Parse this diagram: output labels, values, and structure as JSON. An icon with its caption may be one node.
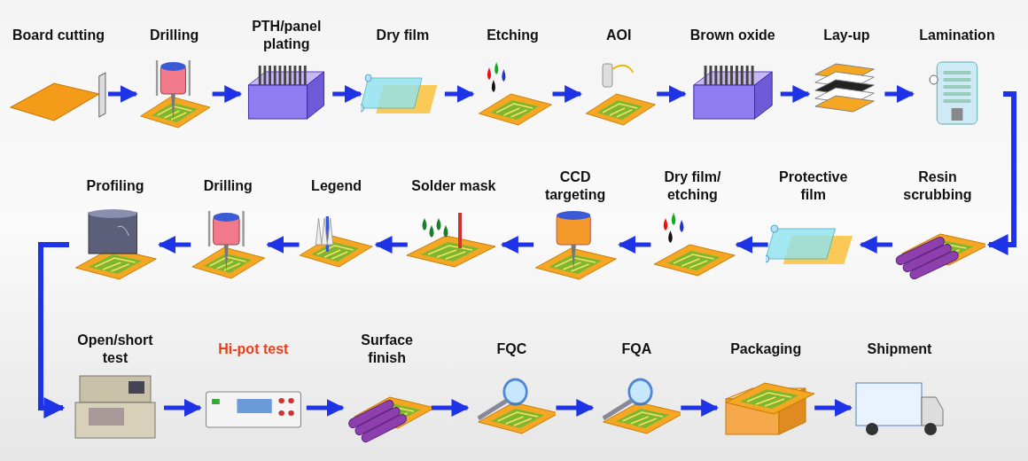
{
  "diagram": {
    "nodes": [
      {
        "text": [
          "Board cutting"
        ]
      },
      {
        "text": [
          "Drilling"
        ]
      },
      {
        "text": [
          "PTH/panel plating"
        ]
      },
      {
        "text": [
          "Dry film"
        ]
      },
      {
        "text": [
          "Etching"
        ]
      },
      {
        "text": [
          "AOI"
        ]
      },
      {
        "text": [
          "Brown oxide"
        ]
      },
      {
        "text": [
          "Lay-up"
        ]
      },
      {
        "text": [
          "Lamination"
        ]
      },
      {
        "text": [
          "Resin scrubbing"
        ]
      },
      {
        "text": [
          "Protective film"
        ]
      },
      {
        "text": [
          "Dry film/ etching"
        ]
      },
      {
        "text": [
          "CCD targeting"
        ]
      },
      {
        "text": [
          "Solder mask"
        ]
      },
      {
        "text": [
          "Legend"
        ]
      },
      {
        "text": [
          "Drilling"
        ]
      },
      {
        "text": [
          "Profiling"
        ]
      },
      {
        "text": [
          "Open/short test"
        ]
      },
      {
        "text": [
          "Hi-pot test"
        ]
      },
      {
        "text": [
          "Surface finish"
        ]
      },
      {
        "text": [
          "FQC"
        ]
      },
      {
        "text": [
          "FQA"
        ]
      },
      {
        "text": [
          "Packaging"
        ]
      },
      {
        "text": [
          "Shipment"
        ]
      }
    ],
    "edges": [
      {
        "from": 0,
        "to": 1,
        "arrow": "to"
      },
      {
        "from": 1,
        "to": 2,
        "arrow": "to"
      },
      {
        "from": 2,
        "to": 3,
        "arrow": "to"
      },
      {
        "from": 3,
        "to": 4,
        "arrow": "to"
      },
      {
        "from": 4,
        "to": 5,
        "arrow": "to"
      },
      {
        "from": 5,
        "to": 6,
        "arrow": "to"
      },
      {
        "from": 6,
        "to": 7,
        "arrow": "to"
      },
      {
        "from": 7,
        "to": 8,
        "arrow": "to"
      },
      {
        "from": 8,
        "to": 9,
        "arrow": "to"
      },
      {
        "from": 9,
        "to": 10,
        "arrow": "to"
      },
      {
        "from": 10,
        "to": 11,
        "arrow": "to"
      },
      {
        "from": 11,
        "to": 12,
        "arrow": "to"
      },
      {
        "from": 12,
        "to": 13,
        "arrow": "to"
      },
      {
        "from": 13,
        "to": 14,
        "arrow": "to"
      },
      {
        "from": 14,
        "to": 15,
        "arrow": "to"
      },
      {
        "from": 15,
        "to": 16,
        "arrow": "to"
      },
      {
        "from": 16,
        "to": 17,
        "arrow": "to"
      },
      {
        "from": 17,
        "to": 18,
        "arrow": "to"
      },
      {
        "from": 18,
        "to": 19,
        "arrow": "to"
      },
      {
        "from": 19,
        "to": 20,
        "arrow": "to"
      },
      {
        "from": 20,
        "to": 21,
        "arrow": "to"
      },
      {
        "from": 21,
        "to": 22,
        "arrow": "to"
      },
      {
        "from": 22,
        "to": 23,
        "arrow": "to"
      }
    ]
  }
}
